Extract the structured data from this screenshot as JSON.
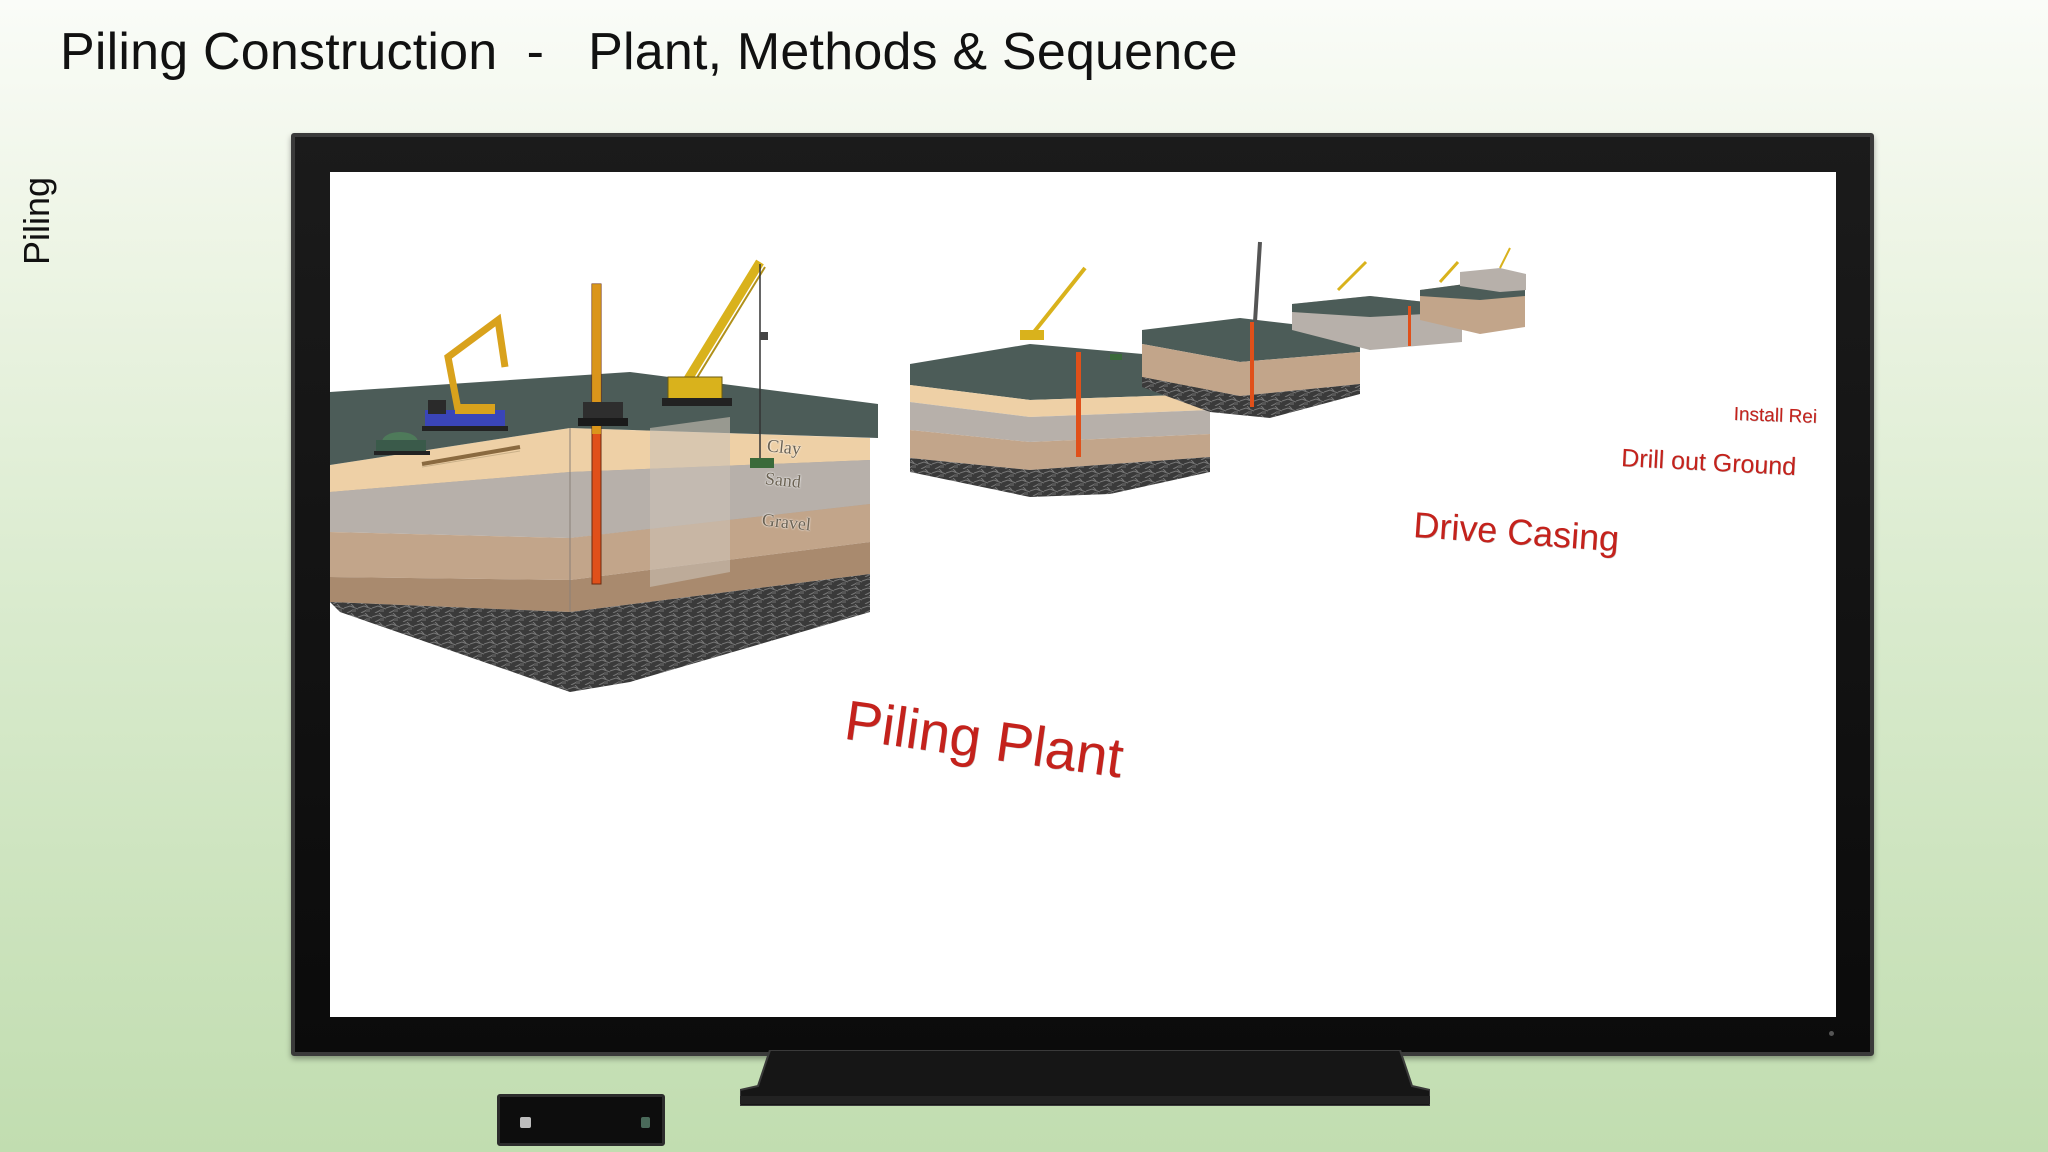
{
  "slide": {
    "title": "Piling Construction  -   Plant, Methods & Sequence",
    "side_label": "Piling"
  },
  "animation": {
    "stages": [
      {
        "label": "Piling Plant"
      },
      {
        "label": "Drive Casing"
      },
      {
        "label": "Drill out Ground"
      },
      {
        "label": "Install Rei"
      }
    ],
    "soil_layers": [
      "Clay",
      "Sand",
      "Gravel"
    ]
  },
  "colors": {
    "label_red": "#c4221c",
    "ground_top": "#4c5c58",
    "casing_orange": "#e0501a",
    "crane_yellow": "#d9b21c"
  }
}
